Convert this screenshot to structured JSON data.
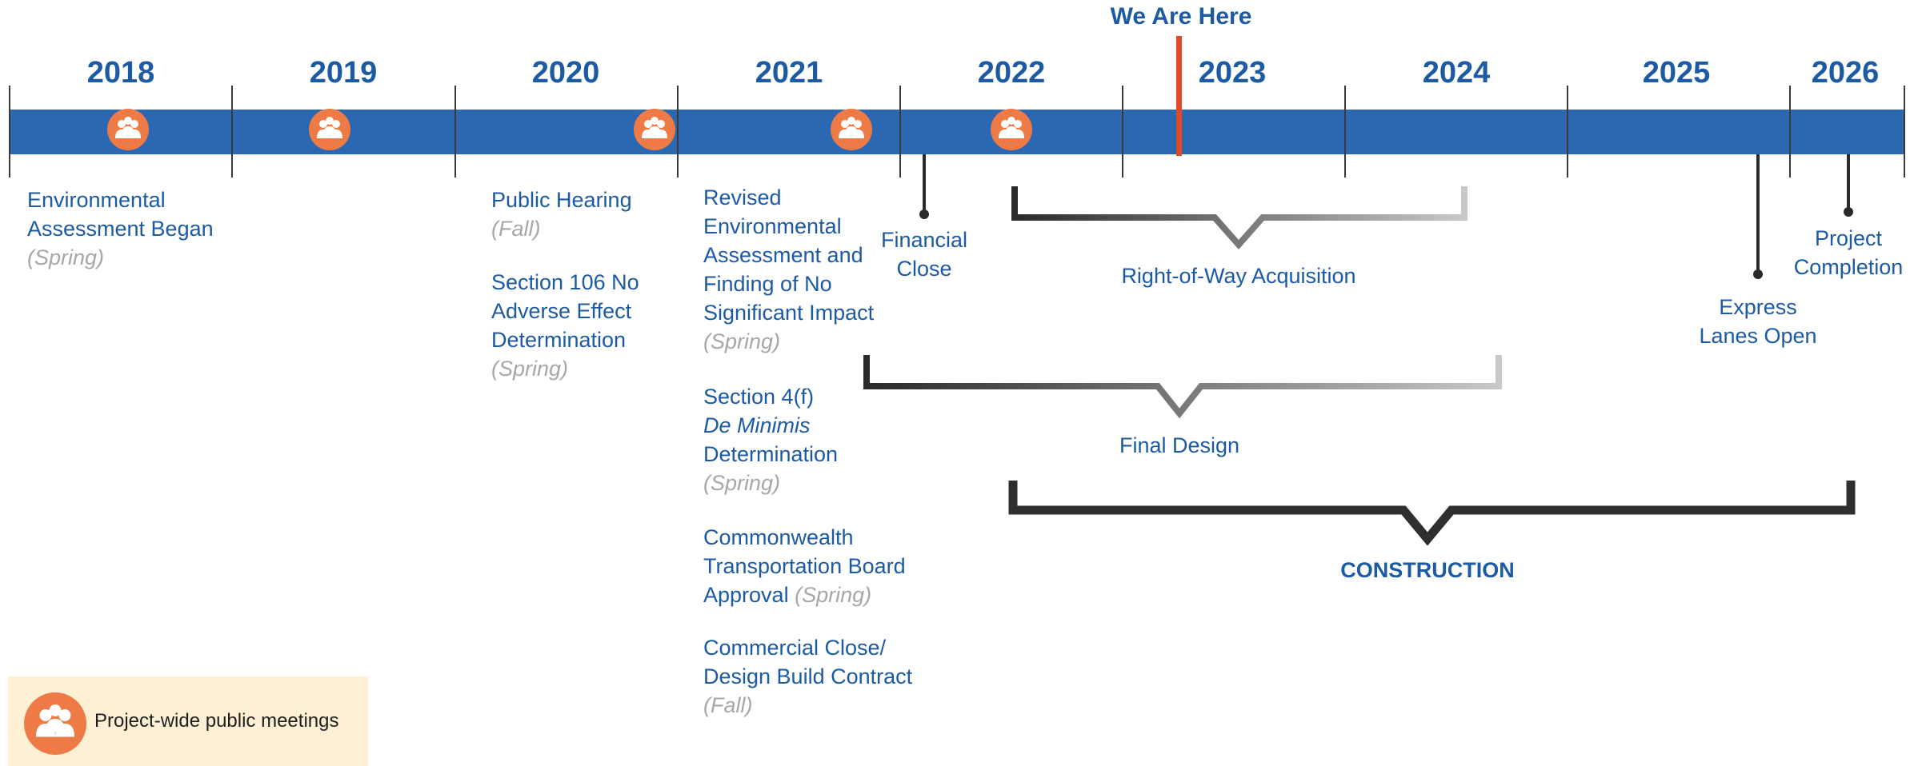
{
  "timeline": {
    "years": [
      "2018",
      "2019",
      "2020",
      "2021",
      "2022",
      "2023",
      "2024",
      "2025",
      "2026"
    ],
    "we_are_here": "We Are Here",
    "colors": {
      "bar": "#2b68b1",
      "text": "#1c5aa3",
      "marker": "#e04a26",
      "meeting": "#ee7a45",
      "legend_bg": "#fdf0d5"
    },
    "meeting_icon": "people-group-icon"
  },
  "milestones": {
    "env_assessment": {
      "line1": "Environmental",
      "line2": "Assessment Began",
      "note": "(Spring)"
    },
    "public_hearing": {
      "label": "Public Hearing",
      "note": "(Fall)"
    },
    "section106": {
      "line1": "Section 106 No",
      "line2": "Adverse Effect",
      "line3": "Determination",
      "note": "(Spring)"
    },
    "revised_ea": {
      "line1": "Revised",
      "line2": "Environmental",
      "line3": "Assessment and",
      "line4": "Finding of No",
      "line5": "Significant Impact",
      "note": "(Spring)"
    },
    "section4f": {
      "line1": "Section 4(f)",
      "line2": "De Minimis",
      "line3": "Determination",
      "note": "(Spring)"
    },
    "ctb": {
      "line1": "Commonwealth",
      "line2": "Transportation Board",
      "line3": "Approval",
      "note": "(Spring)"
    },
    "commercial_close": {
      "line1": "Commercial Close/",
      "line2": "Design Build Contract",
      "note": "(Fall)"
    },
    "financial_close": {
      "line1": "Financial",
      "line2": "Close"
    },
    "express_lanes": {
      "line1": "Express",
      "line2": "Lanes Open"
    },
    "project_completion": {
      "line1": "Project",
      "line2": "Completion"
    }
  },
  "phases": {
    "row_acquisition": "Right-of-Way Acquisition",
    "final_design": "Final Design",
    "construction": "CONSTRUCTION"
  },
  "legend": {
    "label": "Project-wide public meetings"
  }
}
